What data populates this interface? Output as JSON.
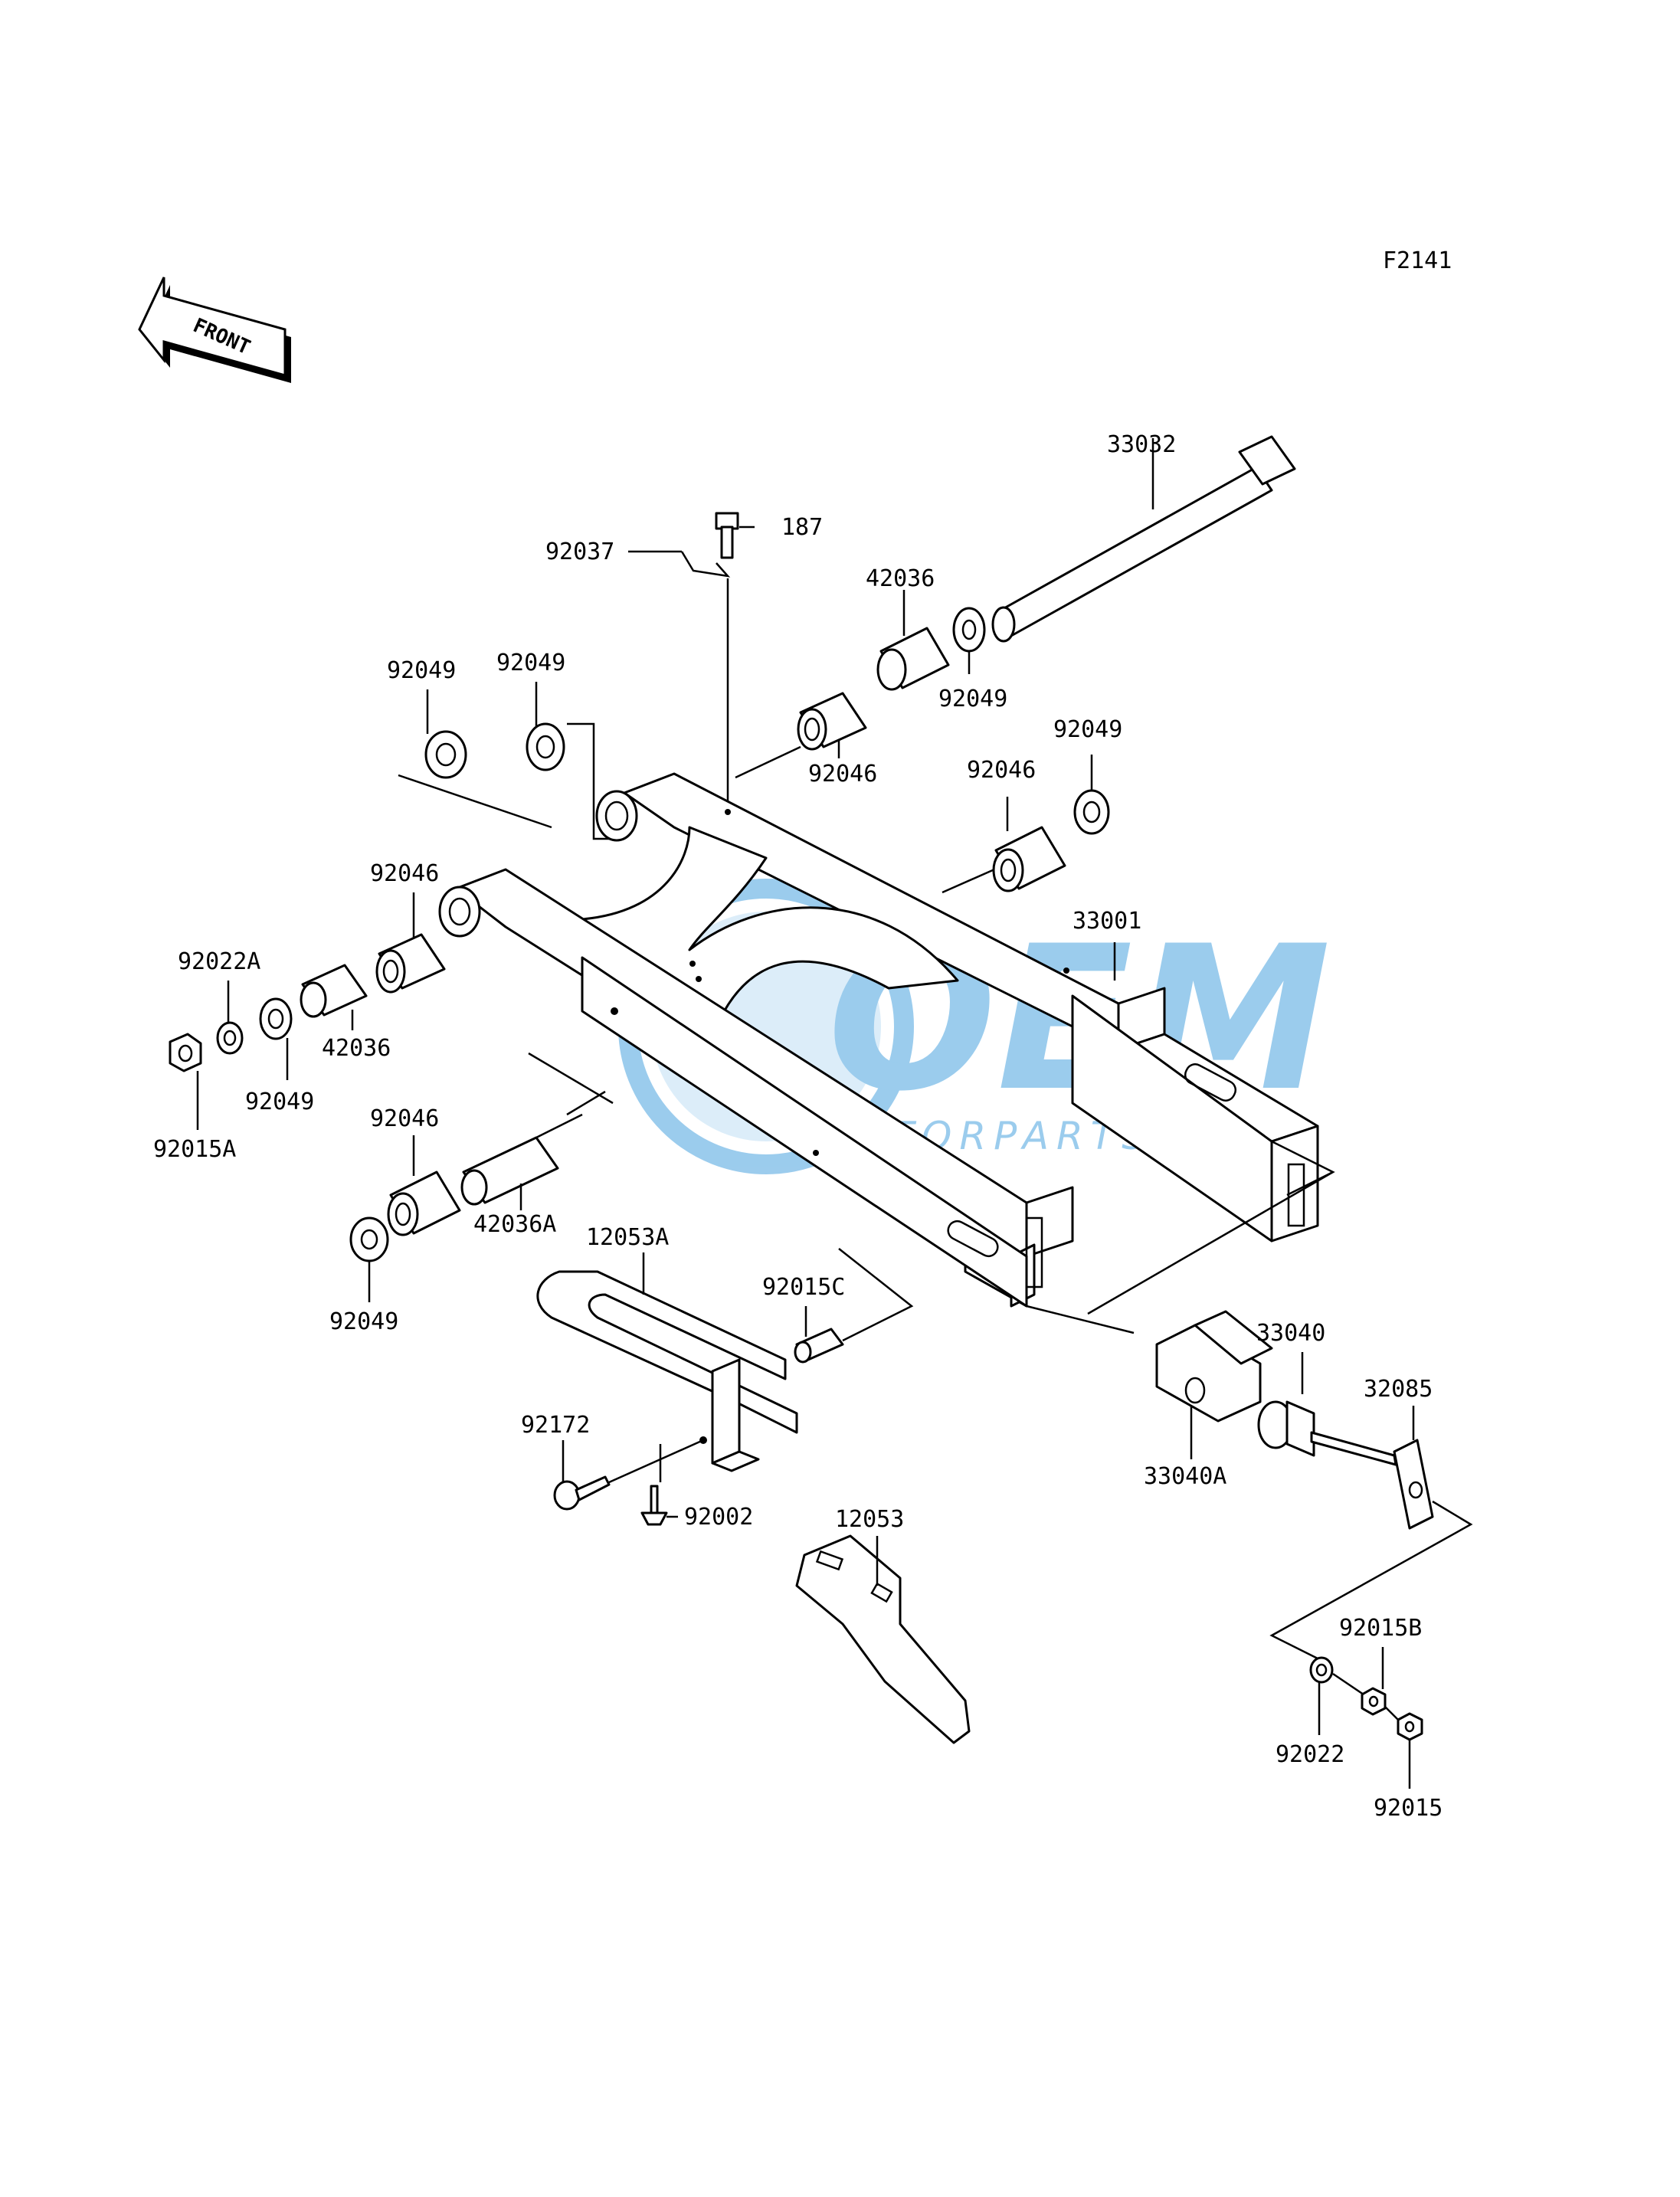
{
  "diagram": {
    "code": "F2141",
    "front_label": "FRONT",
    "watermark": {
      "brand": "OEM",
      "sub": "MOTORPARTS",
      "color": "#4aa3df"
    },
    "parts": {
      "p33032": "33032",
      "p187": "187",
      "p92037": "92037",
      "p42036_top": "42036",
      "p92049_top_right": "92049",
      "p92046_top": "92046",
      "p92049_a": "92049",
      "p92049_b": "92049",
      "p92049_c": "92049",
      "p92046_right": "92046",
      "p33001": "33001",
      "p92046_left": "92046",
      "p92022A": "92022A",
      "p42036_left": "42036",
      "p92049_left": "92049",
      "p92015A": "92015A",
      "p92046_lower": "92046",
      "p42036A": "42036A",
      "p92049_lower": "92049",
      "p12053A": "12053A",
      "p92015C": "92015C",
      "p33040": "33040",
      "p32085": "32085",
      "p92172": "92172",
      "p33040A": "33040A",
      "p92002": "92002",
      "p12053": "12053",
      "p92015B": "92015B",
      "p92022": "92022",
      "p92015": "92015"
    }
  }
}
